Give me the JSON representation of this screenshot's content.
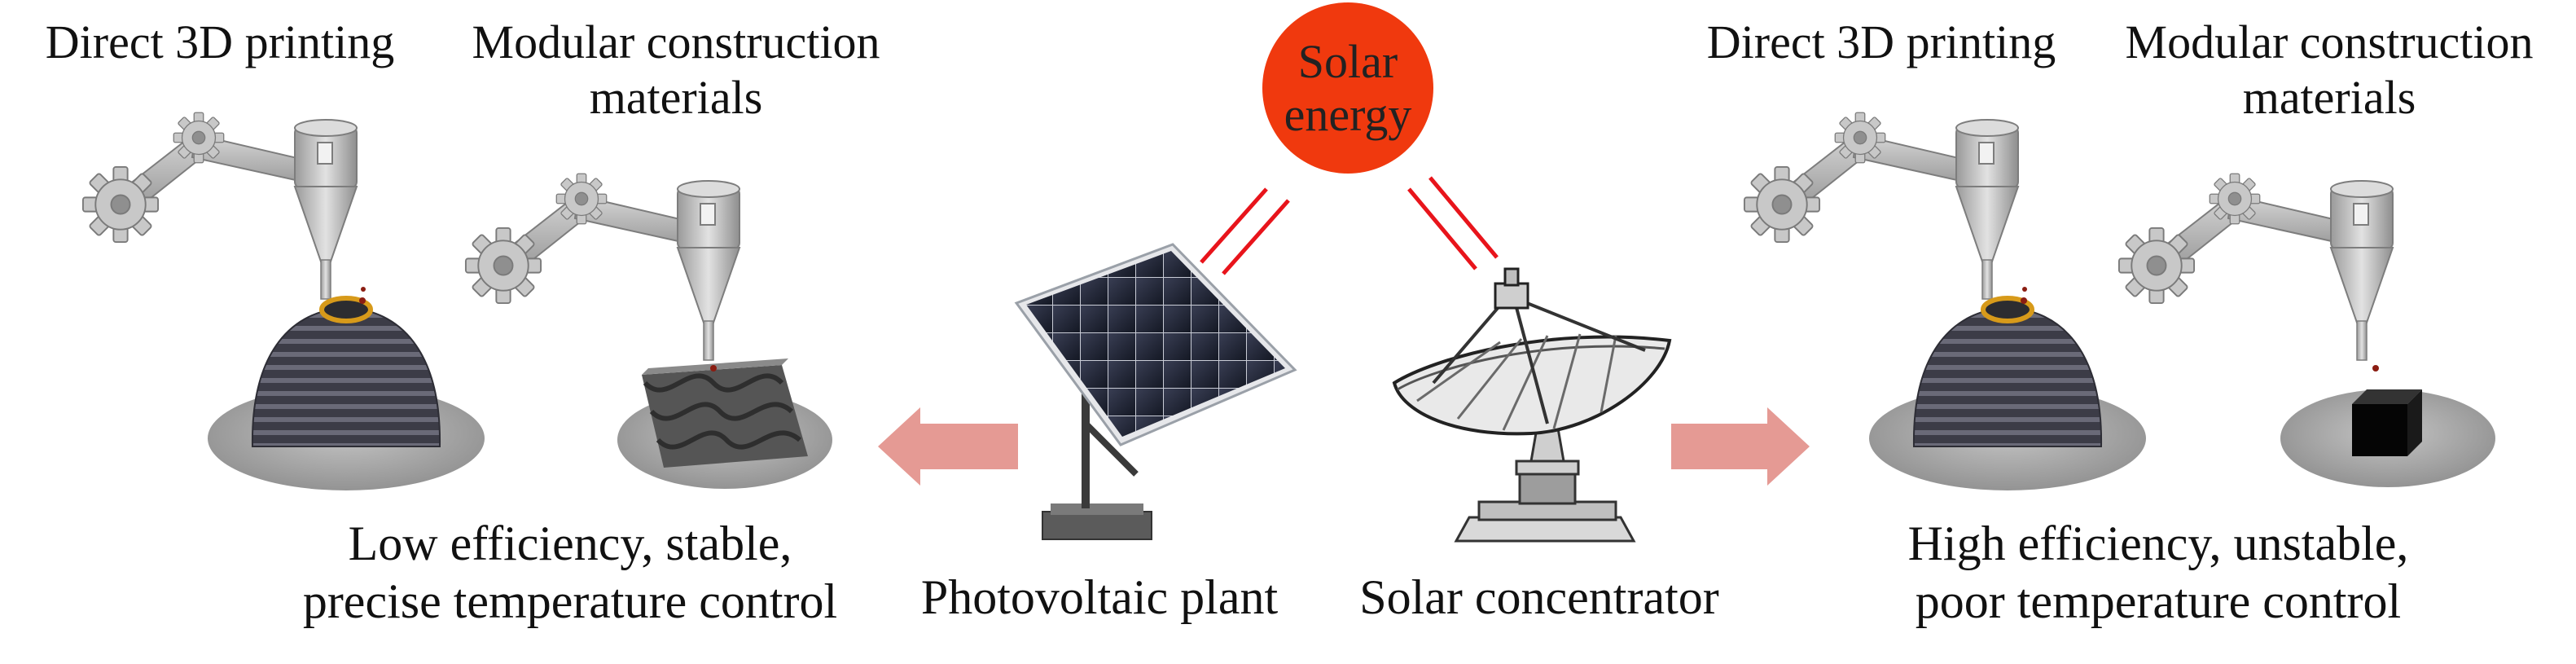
{
  "sun": {
    "label_line1": "Solar",
    "label_line2": "energy",
    "color": "#f0390e"
  },
  "left_group": {
    "printing_label": "Direct 3D printing",
    "modular_label_line1": "Modular construction",
    "modular_label_line2": "materials",
    "caption_line1": "Low efficiency, stable,",
    "caption_line2": "precise temperature control"
  },
  "right_group": {
    "printing_label": "Direct 3D printing",
    "modular_label_line1": "Modular construction",
    "modular_label_line2": "materials",
    "caption_line1": "High efficiency, unstable,",
    "caption_line2": "poor temperature control"
  },
  "center": {
    "pv_label": "Photovoltaic plant",
    "concentrator_label": "Solar concentrator"
  },
  "colors": {
    "arrow": "#e59a94",
    "ray": "#e8141b",
    "robot_arm": "#b9b9b9",
    "platform": "#a8a8a8",
    "dome": "#4a4a55"
  }
}
